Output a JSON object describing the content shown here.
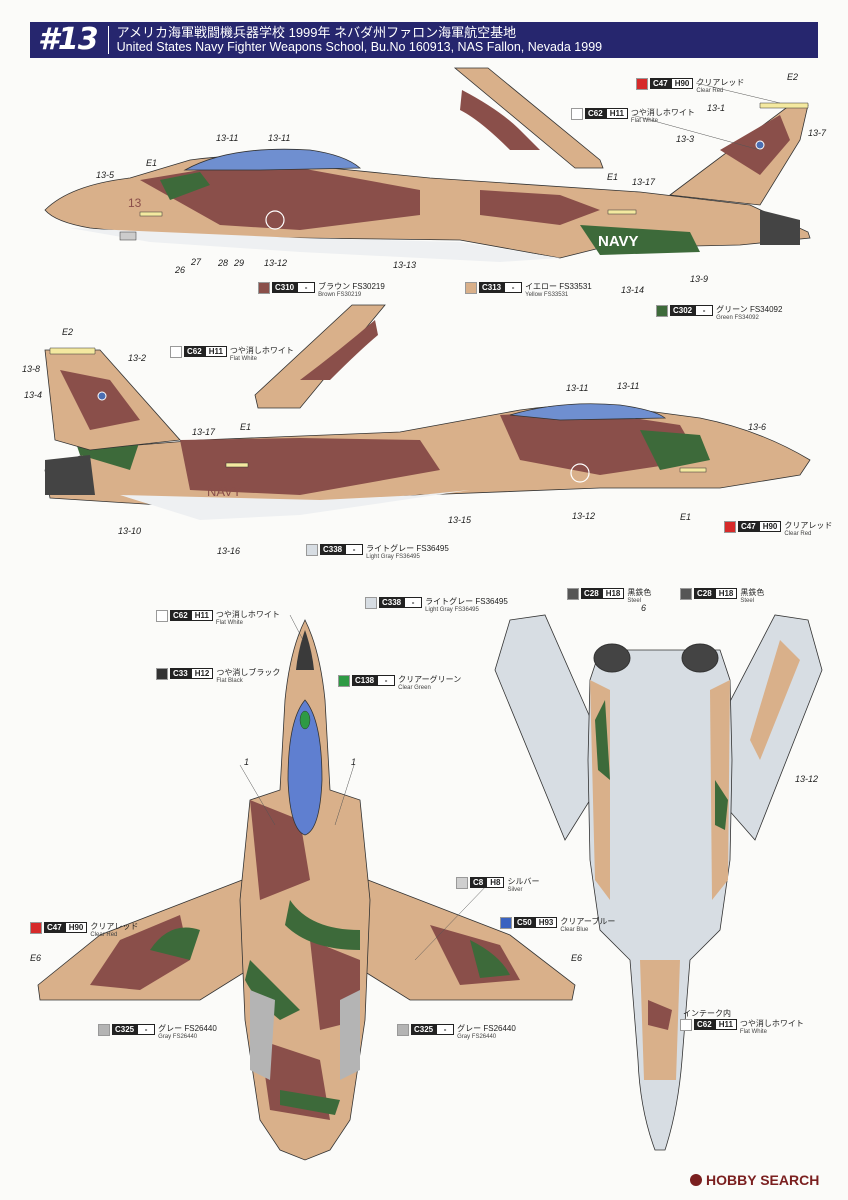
{
  "header": {
    "number": "#13",
    "title_jp": "アメリカ海軍戦闘機兵器学校 1999年 ネバダ州ファロン海軍航空基地",
    "title_en": "United States Navy Fighter Weapons School, Bu.No 160913, NAS Fallon, Nevada 1999"
  },
  "colors": {
    "tan": "#d9b08a",
    "brown": "#8a4f4a",
    "green": "#3d6a3a",
    "light_gray": "#d7dde3",
    "header_bg": "#26266e",
    "clear_red": "#d62a2a",
    "clear_blue": "#3a62c0",
    "clear_green": "#2e9a44"
  },
  "paints": {
    "c47_top": {
      "code": "C47",
      "alt": "H90",
      "jp": "クリアレッド",
      "en": "Clear Red",
      "swatch": "#d62a2a"
    },
    "c62_side": {
      "code": "C62",
      "alt": "H11",
      "jp": "つや消しホワイト",
      "en": "Flat White",
      "swatch": "#ffffff"
    },
    "c310": {
      "code": "C310",
      "alt": "-",
      "jp": "ブラウン FS30219",
      "en": "Brown FS30219",
      "swatch": "#8a4f4a"
    },
    "c313": {
      "code": "C313",
      "alt": "-",
      "jp": "イエロー FS33531",
      "en": "Yellow FS33531",
      "swatch": "#d9b08a"
    },
    "c302": {
      "code": "C302",
      "alt": "-",
      "jp": "グリーン FS34092",
      "en": "Green FS34092",
      "swatch": "#3d6a3a"
    },
    "c62_side2": {
      "code": "C62",
      "alt": "H11",
      "jp": "つや消しホワイト",
      "en": "Flat White",
      "swatch": "#ffffff"
    },
    "c47_side2": {
      "code": "C47",
      "alt": "H90",
      "jp": "クリアレッド",
      "en": "Clear Red",
      "swatch": "#d62a2a"
    },
    "c338_side": {
      "code": "C338",
      "alt": "-",
      "jp": "ライトグレー FS36495",
      "en": "Light Gray FS36495",
      "swatch": "#d7dde3"
    },
    "c338_bottom": {
      "code": "C338",
      "alt": "-",
      "jp": "ライトグレー FS36495",
      "en": "Light Gray FS36495",
      "swatch": "#d7dde3"
    },
    "c28_left": {
      "code": "C28",
      "alt": "H18",
      "jp": "黒鉄色",
      "en": "Steel",
      "swatch": "#555555"
    },
    "c28_right": {
      "code": "C28",
      "alt": "H18",
      "jp": "黒鉄色",
      "en": "Steel",
      "swatch": "#555555"
    },
    "c62_top": {
      "code": "C62",
      "alt": "H11",
      "jp": "つや消しホワイト",
      "en": "Flat White",
      "swatch": "#ffffff"
    },
    "c33": {
      "code": "C33",
      "alt": "H12",
      "jp": "つや消しブラック",
      "en": "Flat Black",
      "swatch": "#333333"
    },
    "c138": {
      "code": "C138",
      "alt": "-",
      "jp": "クリアーグリーン",
      "en": "Clear Green",
      "swatch": "#2e9a44"
    },
    "c8": {
      "code": "C8",
      "alt": "H8",
      "jp": "シルバー",
      "en": "Silver",
      "swatch": "#cfcfcf"
    },
    "c50": {
      "code": "C50",
      "alt": "H93",
      "jp": "クリアーブルー",
      "en": "Clear Blue",
      "swatch": "#3a62c0"
    },
    "c47_top2": {
      "code": "C47",
      "alt": "H90",
      "jp": "クリアレッド",
      "en": "Clear Red",
      "swatch": "#d62a2a"
    },
    "c325_left": {
      "code": "C325",
      "alt": "-",
      "jp": "グレー FS26440",
      "en": "Gray FS26440",
      "swatch": "#b4b4b4"
    },
    "c325_right": {
      "code": "C325",
      "alt": "-",
      "jp": "グレー FS26440",
      "en": "Gray FS26440",
      "swatch": "#b4b4b4"
    },
    "c62_intake": {
      "code": "C62",
      "alt": "H11",
      "jp": "つや消しホワイト",
      "en": "Flat White",
      "swatch": "#ffffff"
    }
  },
  "intake_note": "インテーク内",
  "nose_code": "13",
  "navy_marking": "NAVY",
  "callouts": {
    "top_13_11a": "13-11",
    "top_13_11b": "13-11",
    "top_13_5": "13-5",
    "top_e1a": "E1",
    "top_26": "26",
    "top_27": "27",
    "top_28": "28",
    "top_29": "29",
    "top_13_12": "13-12",
    "top_13_13": "13-13",
    "top_e1b": "E1",
    "top_13_17": "13-17",
    "top_13_14": "13-14",
    "top_13_9": "13-9",
    "top_e2": "E2",
    "top_13_1": "13-1",
    "top_13_3": "13-3",
    "top_13_7": "13-7",
    "mid_e2": "E2",
    "mid_13_2": "13-2",
    "mid_13_8": "13-8",
    "mid_13_4": "13-4",
    "mid_13_17": "13-17",
    "mid_e1a": "E1",
    "mid_13_11a": "13-11",
    "mid_13_11b": "13-11",
    "mid_13_6": "13-6",
    "mid_13_10": "13-10",
    "mid_13_16": "13-16",
    "mid_13_15": "13-15",
    "mid_13_12": "13-12",
    "mid_e1b": "E1",
    "bot_1a": "1",
    "bot_1b": "1",
    "bot_e6a": "E6",
    "bot_e6b": "E6",
    "bot_6": "6",
    "bot_13_12": "13-12"
  },
  "watermark": "HOBBY SEARCH"
}
